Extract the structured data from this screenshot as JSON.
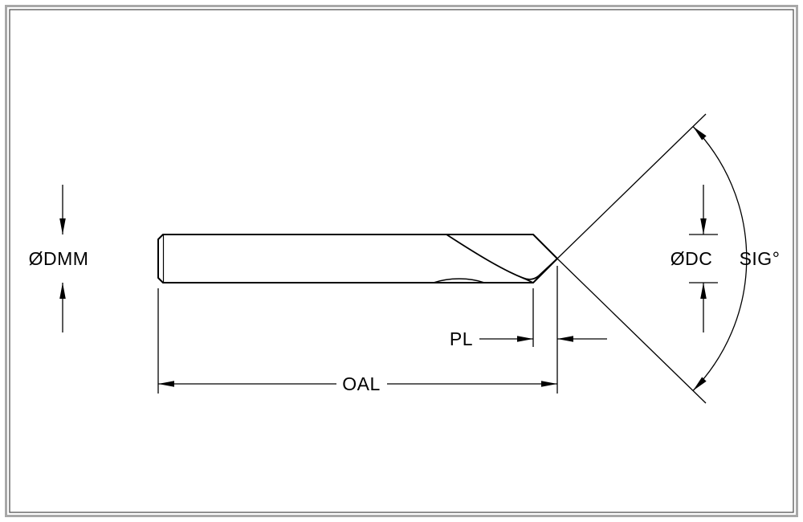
{
  "colors": {
    "line": "#000000",
    "frame_outer": "#a8a8a8",
    "frame_inner": "#555555",
    "background": "#ffffff"
  },
  "diagram": {
    "labels": {
      "shank_diameter": "ØDMM",
      "cutting_diameter": "ØDC",
      "point_angle": "SIG°",
      "point_length": "PL",
      "overall_length": "OAL"
    }
  }
}
